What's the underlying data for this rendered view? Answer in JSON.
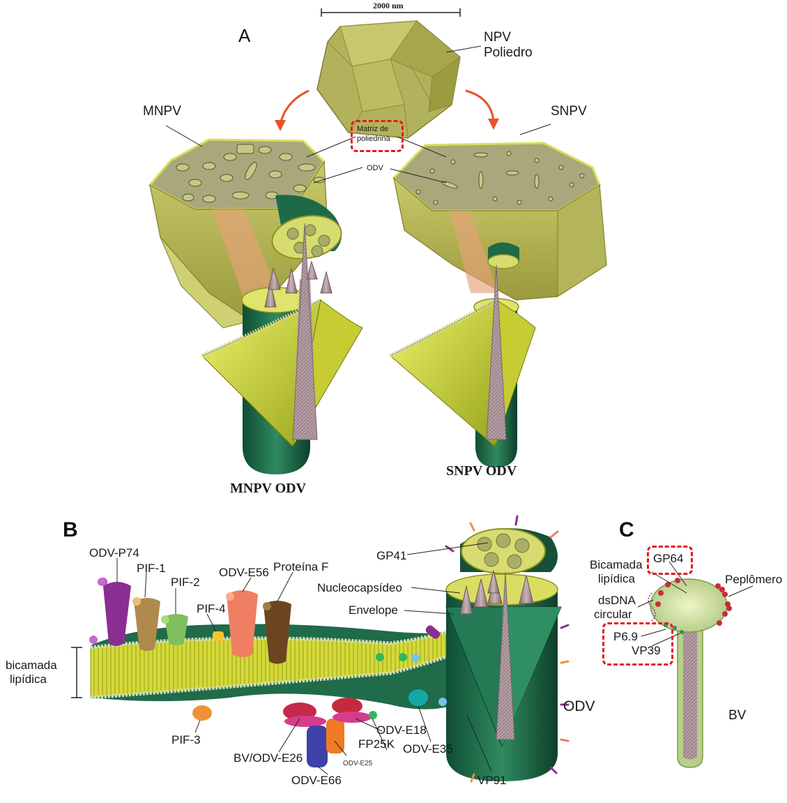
{
  "panel_a": {
    "letter": "A",
    "scale_bar": "2000 nm",
    "npv_poliedro": [
      "NPV",
      "Poliedro"
    ],
    "mnpv": "MNPV",
    "snpv": "SNPV",
    "matriz": [
      "Matriz de",
      "poliedrina"
    ],
    "odv": "ODV",
    "mnpv_odv": "MNPV ODV",
    "snpv_odv": "SNPV ODV"
  },
  "panel_b": {
    "letter": "B",
    "bicamada": [
      "bicamada",
      "lipídica"
    ],
    "odv_p74": "ODV-P74",
    "pif1": "PIF-1",
    "pif2": "PIF-2",
    "pif4": "PIF-4",
    "odv_e56": "ODV-E56",
    "proteina_f": "Proteína F",
    "gp41": "GP41",
    "nucleocapsideo": "Nucleocapsídeo",
    "envelope": "Envelope",
    "pif3": "PIF-3",
    "bv_odv_e26": "BV/ODV-E26",
    "odv_e66": "ODV-E66",
    "odv_e25": "ODV-E25",
    "fp25k": "FP25K",
    "odv_e18": "ODV-E18",
    "odv_e35": "ODV-E35",
    "vp91": "VP91",
    "odv": "ODV"
  },
  "panel_c": {
    "letter": "C",
    "gp64": "GP64",
    "bicamada": [
      "Bicamada",
      "lipídica"
    ],
    "peplomero": "Peplômero",
    "dsdna": [
      "dsDNA",
      "circular"
    ],
    "p69": "P6.9",
    "vp39": "VP39",
    "bv": "BV"
  },
  "colors": {
    "polyhedron": "#b6b35a",
    "odv_green": "#1f6b4a",
    "membrane": "#d6dc45",
    "capsid": "#a98f96",
    "highlight": "#e41a1c",
    "arrow": "#e8502a"
  }
}
